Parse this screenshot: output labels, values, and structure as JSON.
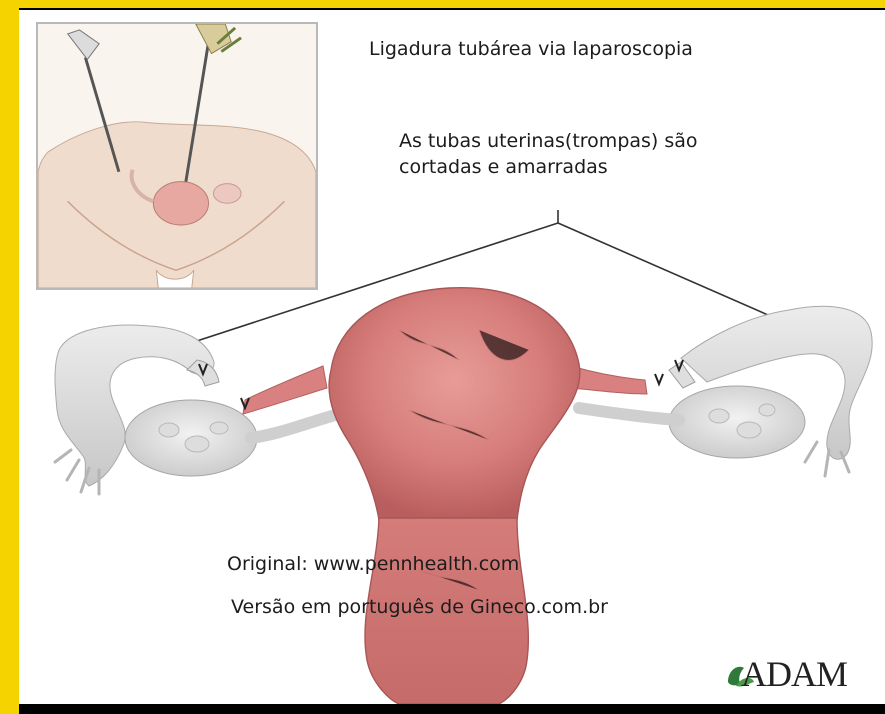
{
  "title": "Ligadura tubárea via laparoscopia",
  "callout": {
    "line1": "As tubas uterinas(trompas) são",
    "line2": "cortadas e amarradas"
  },
  "credits": {
    "original": "Original: www.pennhealth.com",
    "version": "Versão em português de Gineco.com.br"
  },
  "logo": {
    "text": "ADAM",
    "mark": "leaf-mark"
  },
  "colors": {
    "frame_yellow": "#f4d300",
    "frame_black": "#000000",
    "uterus_pink": "#d98a8a",
    "tube_gray": "#dcdcdc"
  }
}
